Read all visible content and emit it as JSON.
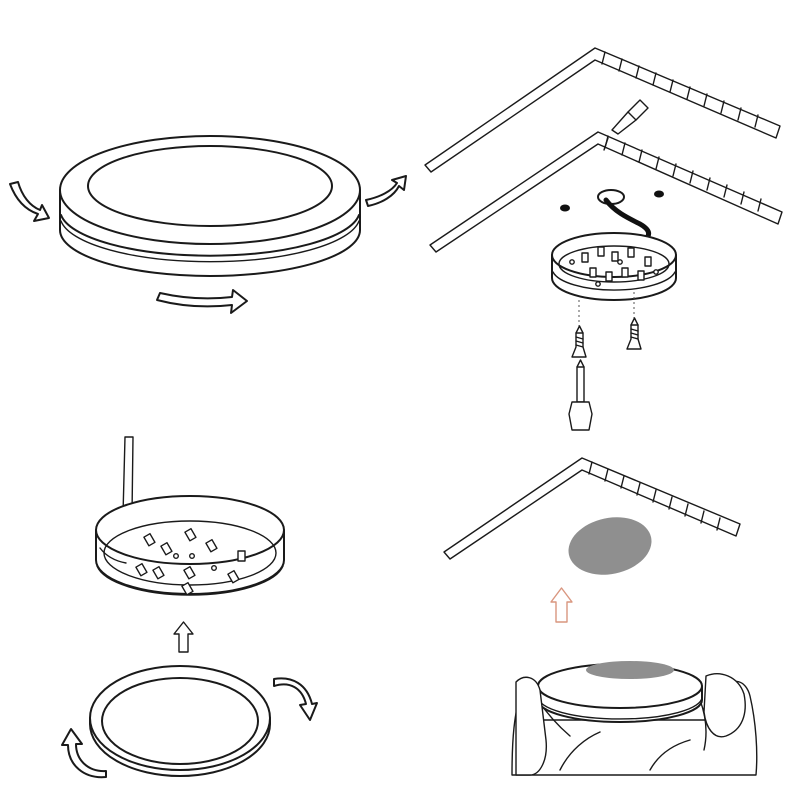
{
  "diagram": {
    "steps": [
      {
        "id": "step-1",
        "description": ""
      },
      {
        "id": "step-2",
        "description": ""
      },
      {
        "id": "step-3",
        "description": ""
      },
      {
        "id": "step-4",
        "description": ""
      }
    ],
    "colors": {
      "line": "#1a1a1a",
      "adhesive_pad": "#8f8f8f",
      "up_arrow_accent": "#d9967f",
      "background": "#ffffff"
    },
    "icons": [
      "rotate-arrow-icon",
      "up-arrow-icon",
      "screw-icon",
      "screwdriver-icon",
      "hand-icon"
    ]
  }
}
